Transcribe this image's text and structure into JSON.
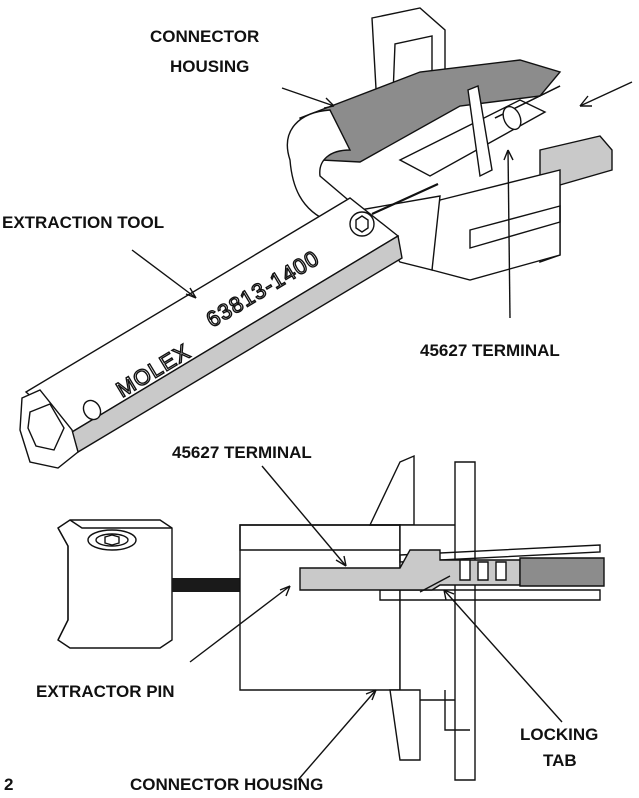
{
  "labels": {
    "connector_housing_top_1": "CONNECTOR",
    "connector_housing_top_2": "HOUSING",
    "extraction_tool": "EXTRACTION TOOL",
    "terminal_top": "45627 TERMINAL",
    "terminal_middle": "45627 TERMINAL",
    "extractor_pin": "EXTRACTOR PIN",
    "locking_tab_1": "LOCKING",
    "locking_tab_2": "TAB",
    "connector_housing_bottom": "CONNECTOR HOUSING",
    "figure_number": "2"
  },
  "tool": {
    "brand": "MOLEX",
    "part_number": "63813-1400"
  },
  "colors": {
    "ink": "#111111",
    "housing_fill": "#8c8c8c",
    "light_fill": "#c9c9c9",
    "paper": "#ffffff"
  }
}
